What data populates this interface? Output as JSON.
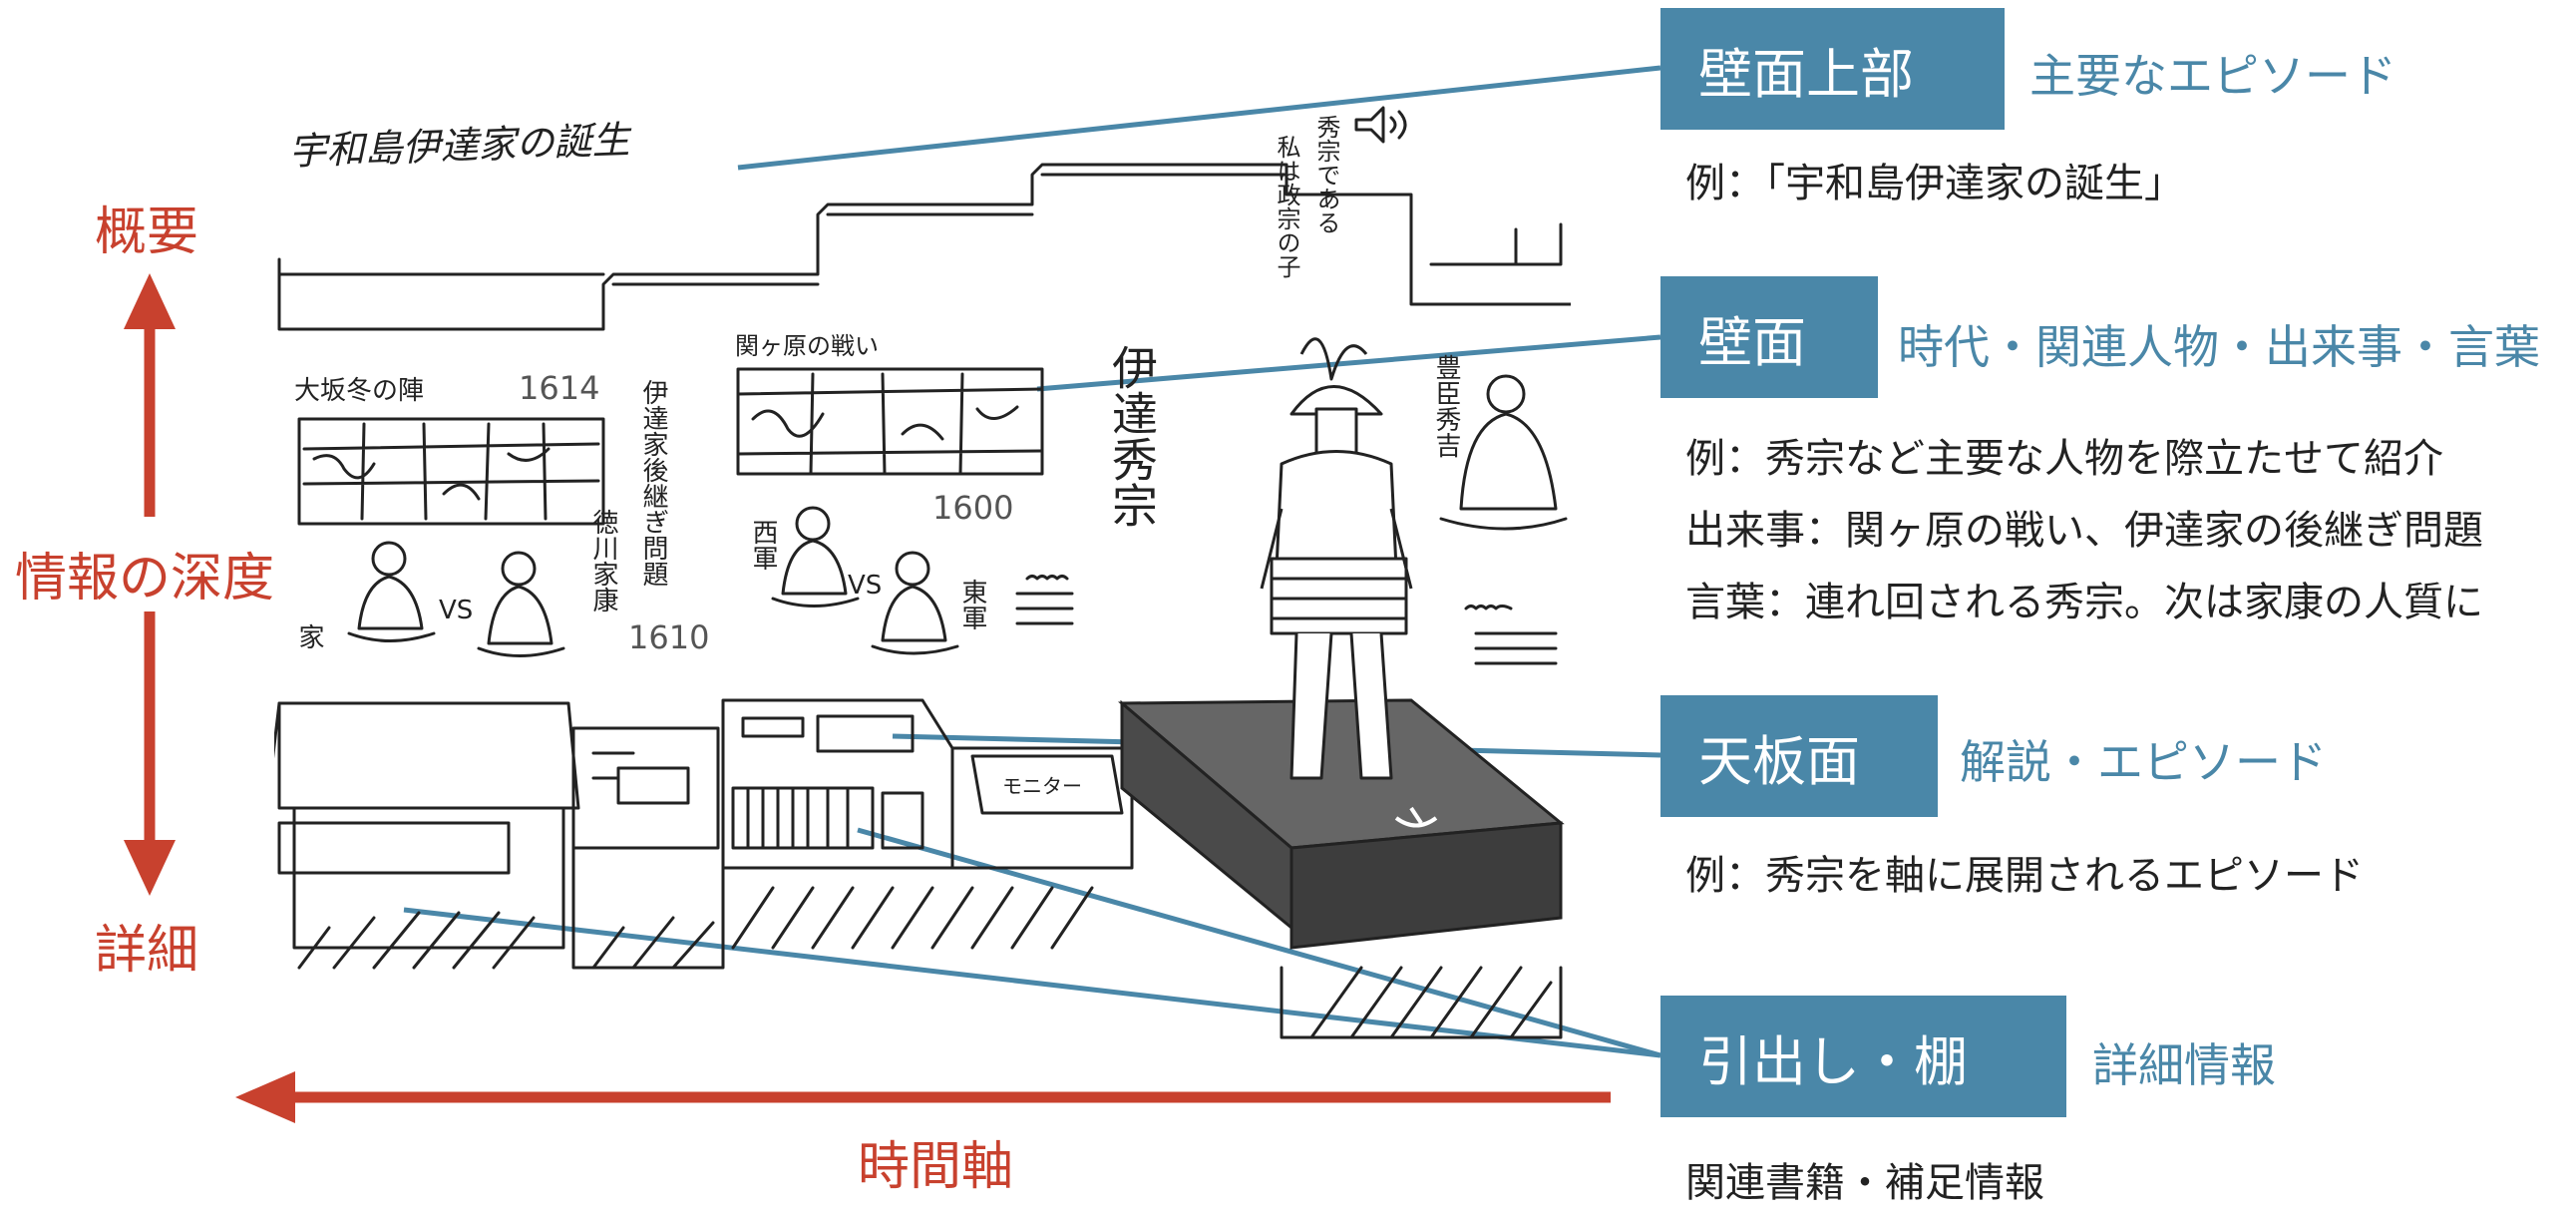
{
  "axes": {
    "depth_top": "概要",
    "depth_middle": "情報の深度",
    "depth_bottom": "詳細",
    "time": "時間軸"
  },
  "sketch": {
    "main_title": "宇和島伊達家の誕生",
    "speech": [
      "秀宗である",
      "私は政宗の子"
    ],
    "center_name": "伊達秀宗",
    "left_panel_title": "大坂冬の陣",
    "left_panel_year": "1614",
    "mid_panel_title": "関ヶ原の戦い",
    "mid_panel_year": "1600",
    "succession_label": "伊達家後継ぎ問題",
    "succession_year": "1610",
    "tokugawa": "徳川家康",
    "toyotomi": "豊臣秀吉",
    "west": "西軍",
    "east": "東軍",
    "vs": "VS",
    "monitor": "モニター",
    "family": "家"
  },
  "callouts": [
    {
      "tag": "壁面上部",
      "sub": "主要なエピソード",
      "lines": [
        "例：「宇和島伊達家の誕生」"
      ]
    },
    {
      "tag": "壁面",
      "sub": "時代・関連人物・出来事・言葉",
      "lines": [
        "例：秀宗など主要な人物を際立たせて紹介",
        "出来事：関ヶ原の戦い、伊達家の後継ぎ問題",
        "言葉：連れ回される秀宗。次は家康の人質に"
      ]
    },
    {
      "tag": "天板面",
      "sub": "解説・エピソード",
      "lines": [
        "例：秀宗を軸に展開されるエピソード"
      ]
    },
    {
      "tag": "引出し・棚",
      "sub": "詳細情報",
      "lines": [
        "関連書籍・補足情報"
      ]
    }
  ],
  "colors": {
    "axis": "#c8412e",
    "accent": "#4a87a8",
    "text": "#222222",
    "plinth": "#555555"
  }
}
